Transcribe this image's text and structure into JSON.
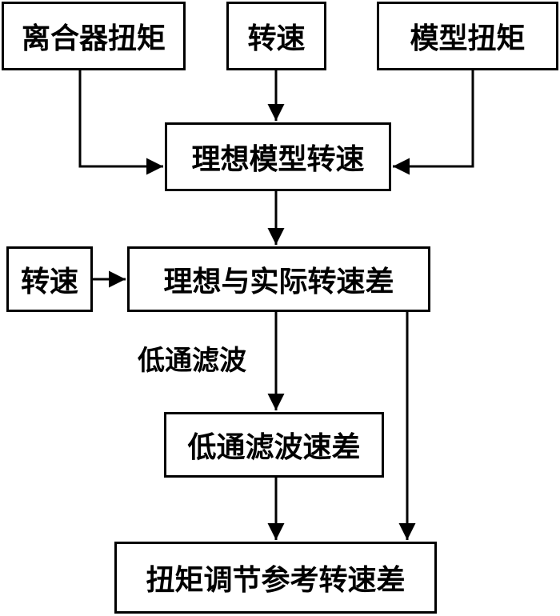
{
  "nodes": {
    "clutch_torque": "离合器扭矩",
    "speed_top": "转速",
    "model_torque": "模型扭矩",
    "ideal_model_speed": "理想模型转速",
    "speed_left": "转速",
    "ideal_actual_speed_diff": "理想与实际转速差",
    "lowpass_speed_diff": "低通滤波速差",
    "torque_adjust_ref_speed_diff": "扭矩调节参考转速差"
  },
  "edge_labels": {
    "lowpass_filter": "低通滤波"
  },
  "colors": {
    "stroke": "#000000",
    "background": "#ffffff"
  }
}
